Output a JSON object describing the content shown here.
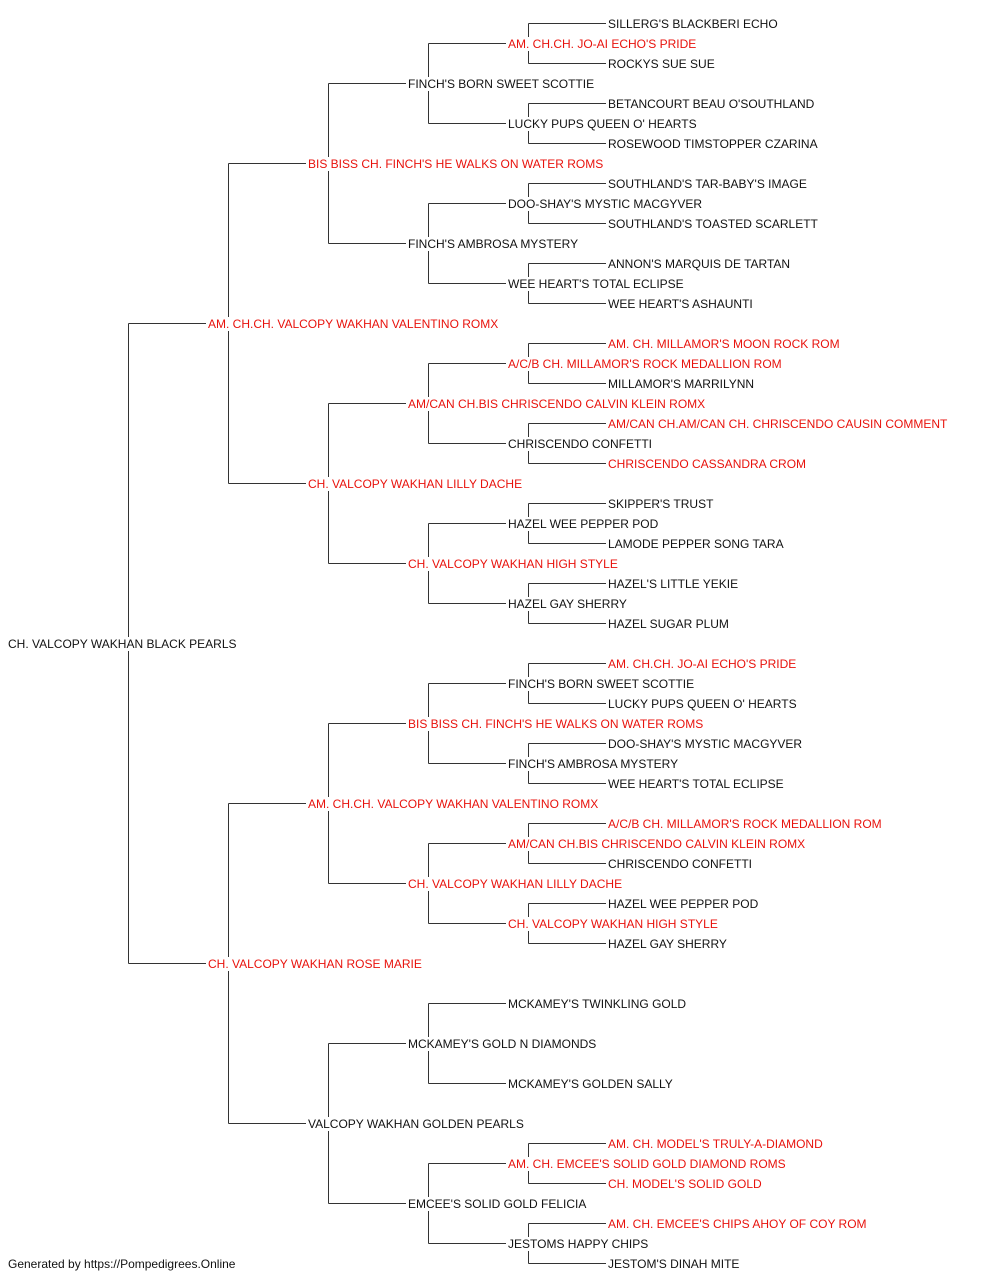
{
  "colors": {
    "champion": "#e8120c",
    "regular": "#111111",
    "line": "#333333"
  },
  "pedigree": {
    "name": "CH. VALCOPY WAKHAN BLACK PEARLS",
    "champion": false,
    "parents": [
      {
        "name": "AM. CH.CH. VALCOPY WAKHAN VALENTINO ROMX",
        "champion": true,
        "parents": [
          {
            "name": "BIS BISS CH. FINCH'S HE WALKS ON WATER ROMS",
            "champion": true,
            "parents": [
              {
                "name": "FINCH'S BORN SWEET SCOTTIE",
                "champion": false,
                "parents": [
                  {
                    "name": "AM. CH.CH. JO-AI ECHO'S PRIDE",
                    "champion": true,
                    "parents": [
                      {
                        "name": "SILLERG'S BLACKBERI ECHO",
                        "champion": false
                      },
                      {
                        "name": "ROCKYS SUE SUE",
                        "champion": false
                      }
                    ]
                  },
                  {
                    "name": "LUCKY PUPS QUEEN O' HEARTS",
                    "champion": false,
                    "parents": [
                      {
                        "name": "BETANCOURT BEAU O'SOUTHLAND",
                        "champion": false
                      },
                      {
                        "name": "ROSEWOOD TIMSTOPPER CZARINA",
                        "champion": false
                      }
                    ]
                  }
                ]
              },
              {
                "name": "FINCH'S AMBROSA MYSTERY",
                "champion": false,
                "parents": [
                  {
                    "name": "DOO-SHAY'S MYSTIC MACGYVER",
                    "champion": false,
                    "parents": [
                      {
                        "name": "SOUTHLAND'S TAR-BABY'S IMAGE",
                        "champion": false
                      },
                      {
                        "name": "SOUTHLAND'S TOASTED SCARLETT",
                        "champion": false
                      }
                    ]
                  },
                  {
                    "name": "WEE HEART'S TOTAL ECLIPSE",
                    "champion": false,
                    "parents": [
                      {
                        "name": "ANNON'S MARQUIS DE TARTAN",
                        "champion": false
                      },
                      {
                        "name": "WEE HEART'S ASHAUNTI",
                        "champion": false
                      }
                    ]
                  }
                ]
              }
            ]
          },
          {
            "name": "CH. VALCOPY WAKHAN LILLY DACHE",
            "champion": true,
            "parents": [
              {
                "name": "AM/CAN CH.BIS CHRISCENDO CALVIN KLEIN ROMX",
                "champion": true,
                "parents": [
                  {
                    "name": "A/C/B CH. MILLAMOR'S ROCK MEDALLION ROM",
                    "champion": true,
                    "parents": [
                      {
                        "name": "AM. CH. MILLAMOR'S MOON ROCK ROM",
                        "champion": true
                      },
                      {
                        "name": "MILLAMOR'S MARRILYNN",
                        "champion": false
                      }
                    ]
                  },
                  {
                    "name": "CHRISCENDO CONFETTI",
                    "champion": false,
                    "parents": [
                      {
                        "name": "AM/CAN CH.AM/CAN CH. CHRISCENDO CAUSIN COMMENT",
                        "champion": true
                      },
                      {
                        "name": "CHRISCENDO CASSANDRA CROM",
                        "champion": true
                      }
                    ]
                  }
                ]
              },
              {
                "name": "CH. VALCOPY WAKHAN HIGH STYLE",
                "champion": true,
                "parents": [
                  {
                    "name": "HAZEL WEE PEPPER POD",
                    "champion": false,
                    "parents": [
                      {
                        "name": "SKIPPER'S TRUST",
                        "champion": false
                      },
                      {
                        "name": "LAMODE PEPPER SONG TARA",
                        "champion": false
                      }
                    ]
                  },
                  {
                    "name": "HAZEL GAY SHERRY",
                    "champion": false,
                    "parents": [
                      {
                        "name": "HAZEL'S LITTLE YEKIE",
                        "champion": false
                      },
                      {
                        "name": "HAZEL SUGAR PLUM",
                        "champion": false
                      }
                    ]
                  }
                ]
              }
            ]
          }
        ]
      },
      {
        "name": "CH. VALCOPY WAKHAN ROSE MARIE",
        "champion": true,
        "parents": [
          {
            "name": "AM. CH.CH. VALCOPY WAKHAN VALENTINO ROMX",
            "champion": true,
            "parents": [
              {
                "name": "BIS BISS CH. FINCH'S HE WALKS ON WATER ROMS",
                "champion": true,
                "parents": [
                  {
                    "name": "FINCH'S BORN SWEET SCOTTIE",
                    "champion": false,
                    "parents": [
                      {
                        "name": "AM. CH.CH. JO-AI ECHO'S PRIDE",
                        "champion": true
                      },
                      {
                        "name": "LUCKY PUPS QUEEN O' HEARTS",
                        "champion": false
                      }
                    ]
                  },
                  {
                    "name": "FINCH'S AMBROSA MYSTERY",
                    "champion": false,
                    "parents": [
                      {
                        "name": "DOO-SHAY'S MYSTIC MACGYVER",
                        "champion": false
                      },
                      {
                        "name": "WEE HEART'S TOTAL ECLIPSE",
                        "champion": false
                      }
                    ]
                  }
                ]
              },
              {
                "name": "CH. VALCOPY WAKHAN LILLY DACHE",
                "champion": true,
                "parents": [
                  {
                    "name": "AM/CAN CH.BIS CHRISCENDO CALVIN KLEIN ROMX",
                    "champion": true,
                    "parents": [
                      {
                        "name": "A/C/B CH. MILLAMOR'S ROCK MEDALLION ROM",
                        "champion": true
                      },
                      {
                        "name": "CHRISCENDO CONFETTI",
                        "champion": false
                      }
                    ]
                  },
                  {
                    "name": "CH. VALCOPY WAKHAN HIGH STYLE",
                    "champion": true,
                    "parents": [
                      {
                        "name": "HAZEL WEE PEPPER POD",
                        "champion": false
                      },
                      {
                        "name": "HAZEL GAY SHERRY",
                        "champion": false
                      }
                    ]
                  }
                ]
              }
            ]
          },
          {
            "name": "VALCOPY WAKHAN GOLDEN PEARLS",
            "champion": false,
            "parents": [
              {
                "name": "MCKAMEY'S GOLD N DIAMONDS",
                "champion": false,
                "parents": [
                  {
                    "name": "MCKAMEY'S TWINKLING GOLD",
                    "champion": false
                  },
                  {
                    "name": "MCKAMEY'S GOLDEN SALLY",
                    "champion": false
                  }
                ]
              },
              {
                "name": "EMCEE'S SOLID GOLD FELICIA",
                "champion": false,
                "parents": [
                  {
                    "name": "AM. CH. EMCEE'S SOLID GOLD DIAMOND ROMS",
                    "champion": true,
                    "parents": [
                      {
                        "name": "AM. CH. MODEL'S TRULY-A-DIAMOND",
                        "champion": true
                      },
                      {
                        "name": "CH. MODEL'S SOLID GOLD",
                        "champion": true
                      }
                    ]
                  },
                  {
                    "name": "JESTOMS HAPPY CHIPS",
                    "champion": false,
                    "parents": [
                      {
                        "name": "AM. CH. EMCEE'S CHIPS AHOY OF COY ROM",
                        "champion": true
                      },
                      {
                        "name": "JESTOM'S DINAH MITE",
                        "champion": false
                      }
                    ]
                  }
                ]
              }
            ]
          }
        ]
      }
    ]
  },
  "footer": {
    "text": "Generated by https://Pompedigrees.Online"
  }
}
